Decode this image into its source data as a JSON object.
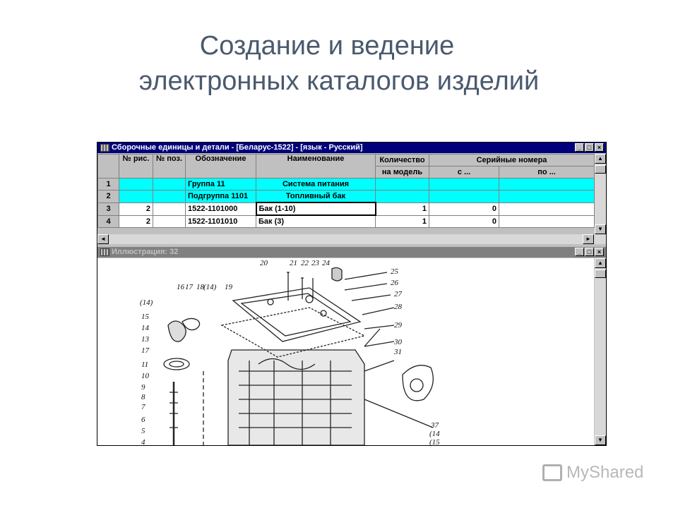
{
  "slide": {
    "title_line1": "Создание и ведение",
    "title_line2": "электронных каталогов изделий"
  },
  "catalog_window": {
    "title": "Сборочные единицы и детали - [Беларус-1522] - [язык - Русский]",
    "columns": {
      "fig_no": "№ рис.",
      "pos_no": "№ поз.",
      "designation": "Обозначение",
      "name": "Наименование",
      "qty": "Количество",
      "qty_sub": "на модель",
      "serial": "Серийные номера",
      "serial_from": "с ...",
      "serial_to": "по ..."
    },
    "rows": [
      {
        "num": "1",
        "fig": "",
        "pos": "",
        "designation": "Группа 11",
        "name": "Система питания",
        "qty": "",
        "from": "",
        "to": "",
        "highlight": true
      },
      {
        "num": "2",
        "fig": "",
        "pos": "",
        "designation": "Подгруппа 1101",
        "name": "Топливный бак",
        "qty": "",
        "from": "",
        "to": "",
        "highlight": true
      },
      {
        "num": "3",
        "fig": "2",
        "pos": "",
        "designation": "1522-1101000",
        "name": "Бак (1-10)",
        "qty": "1",
        "from": "0",
        "to": "",
        "highlight": false
      },
      {
        "num": "4",
        "fig": "2",
        "pos": "",
        "designation": "1522-1101010",
        "name": "Бак (3)",
        "qty": "1",
        "from": "0",
        "to": "",
        "highlight": false
      }
    ]
  },
  "illustration_window": {
    "title": "Иллюстрация: 32",
    "callouts": [
      "20",
      "21",
      "22",
      "23",
      "24",
      "25",
      "26",
      "27",
      "28",
      "29",
      "30",
      "31",
      "16",
      "17",
      "18",
      "(14)",
      "19",
      "(14)",
      "15",
      "14",
      "13",
      "17",
      "11",
      "10",
      "9",
      "8",
      "7",
      "6",
      "5",
      "4",
      "37",
      "(14",
      "(15"
    ]
  },
  "window_buttons": {
    "minimize": "_",
    "maximize": "□",
    "close": "×"
  },
  "scroll_arrows": {
    "up": "▲",
    "down": "▼",
    "left": "◄",
    "right": "►"
  },
  "watermark": {
    "text": "MyShared"
  },
  "colors": {
    "titlebar_active": "#00007b",
    "highlight_row": "#00ffff",
    "slide_title": "#4a5a6e"
  }
}
